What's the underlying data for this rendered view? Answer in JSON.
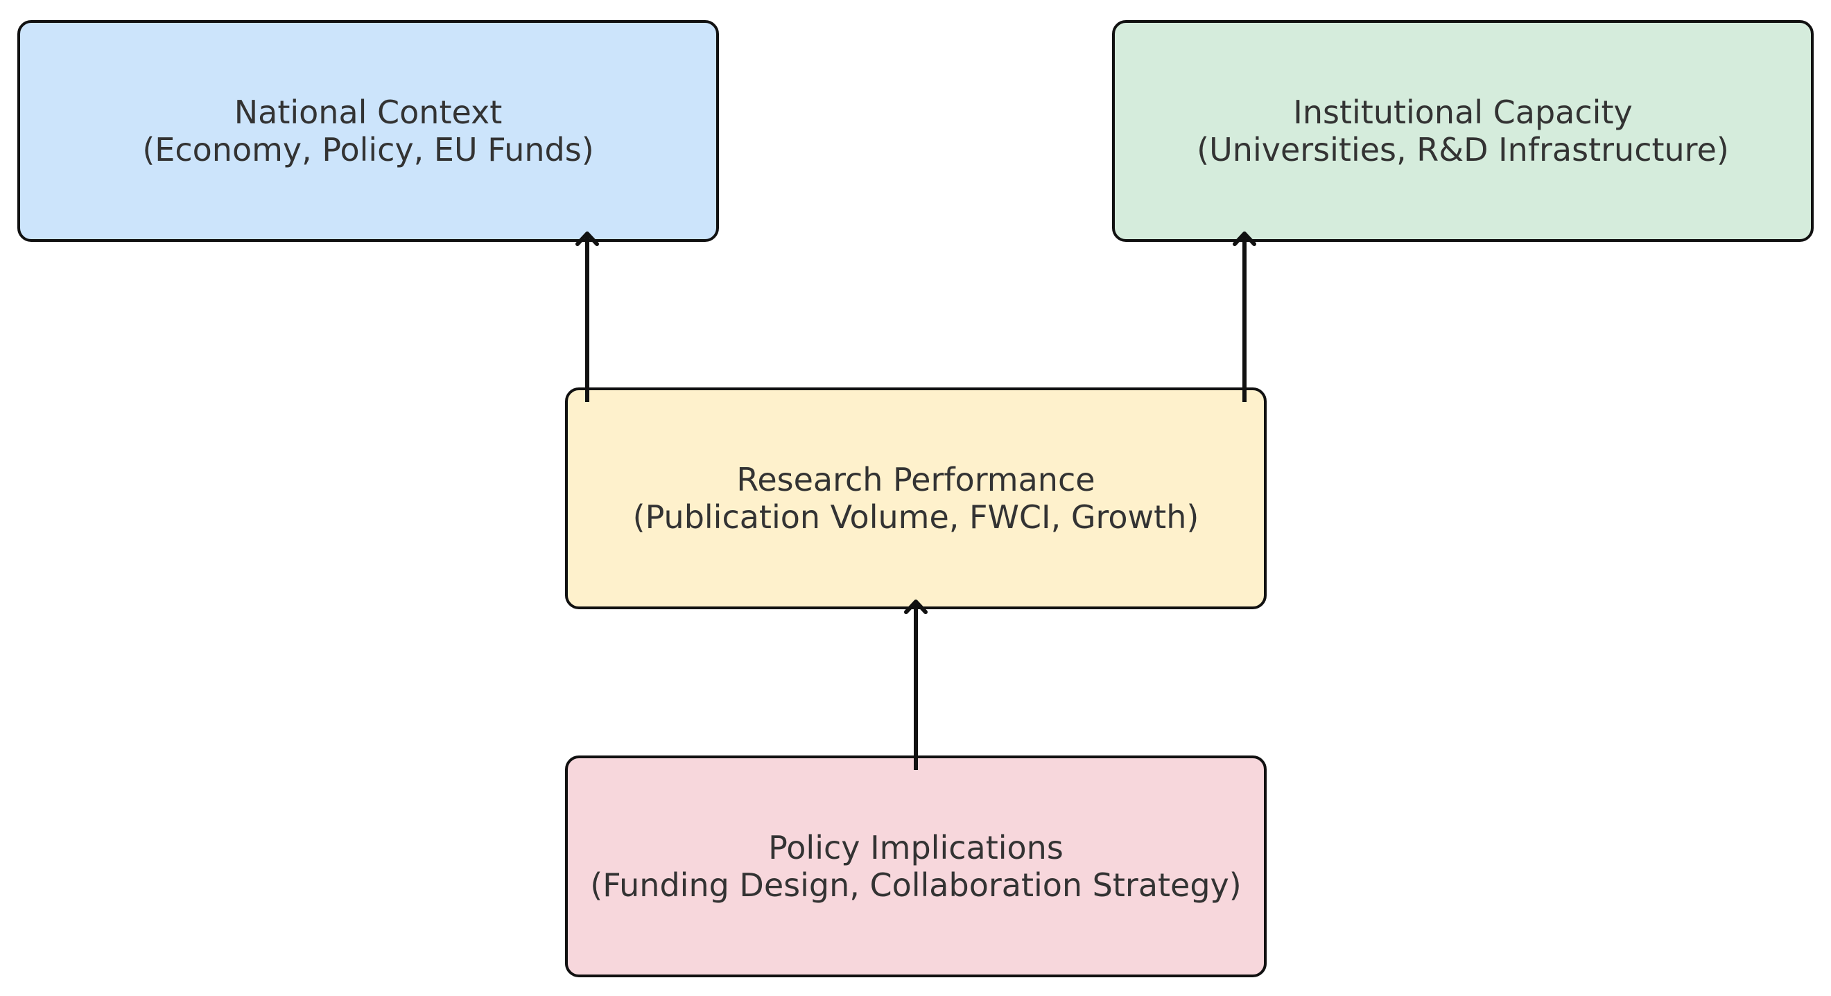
{
  "nodes": {
    "national_context": {
      "title": "National Context",
      "subtitle": "(Economy, Policy, EU Funds)",
      "fill": "#cce4fb"
    },
    "institutional_capacity": {
      "title": "Institutional Capacity",
      "subtitle": "(Universities, R&D Infrastructure)",
      "fill": "#d5ecdc"
    },
    "research_performance": {
      "title": "Research Performance",
      "subtitle": "(Publication Volume, FWCI, Growth)",
      "fill": "#fef1cc"
    },
    "policy_implications": {
      "title": "Policy Implications",
      "subtitle": "(Funding Design, Collaboration Strategy)",
      "fill": "#f7d7dc"
    }
  },
  "edges": [
    {
      "from": "research_performance",
      "to": "national_context"
    },
    {
      "from": "research_performance",
      "to": "institutional_capacity"
    },
    {
      "from": "policy_implications",
      "to": "research_performance"
    }
  ],
  "colors": {
    "border": "#111111",
    "text": "#333333",
    "arrow": "#111111"
  }
}
